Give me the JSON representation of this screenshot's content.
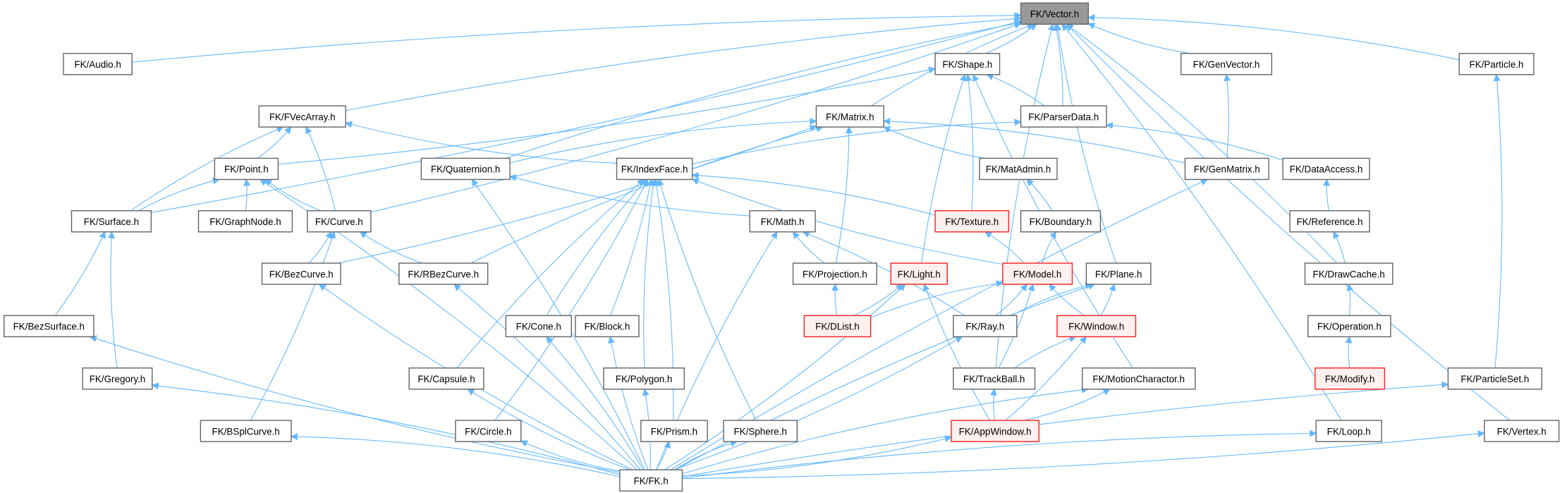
{
  "graph": {
    "root": "FK/Vector.h",
    "edge_color": "#63b8ff",
    "highlight_color": "#ff2222",
    "nodes": [
      {
        "id": "Vector",
        "label": "FK/Vector.h",
        "style": "root"
      },
      {
        "id": "Audio",
        "label": "FK/Audio.h"
      },
      {
        "id": "Shape",
        "label": "FK/Shape.h"
      },
      {
        "id": "GenVector",
        "label": "FK/GenVector.h"
      },
      {
        "id": "Particle",
        "label": "FK/Particle.h"
      },
      {
        "id": "FVecArray",
        "label": "FK/FVecArray.h"
      },
      {
        "id": "Matrix",
        "label": "FK/Matrix.h"
      },
      {
        "id": "ParserData",
        "label": "FK/ParserData.h"
      },
      {
        "id": "Point",
        "label": "FK/Point.h"
      },
      {
        "id": "Quaternion",
        "label": "FK/Quaternion.h"
      },
      {
        "id": "IndexFace",
        "label": "FK/IndexFace.h"
      },
      {
        "id": "MatAdmin",
        "label": "FK/MatAdmin.h"
      },
      {
        "id": "GenMatrix",
        "label": "FK/GenMatrix.h"
      },
      {
        "id": "DataAccess",
        "label": "FK/DataAccess.h"
      },
      {
        "id": "Surface",
        "label": "FK/Surface.h"
      },
      {
        "id": "GraphNode",
        "label": "FK/GraphNode.h"
      },
      {
        "id": "Curve",
        "label": "FK/Curve.h"
      },
      {
        "id": "Math",
        "label": "FK/Math.h"
      },
      {
        "id": "Texture",
        "label": "FK/Texture.h",
        "style": "red"
      },
      {
        "id": "Boundary",
        "label": "FK/Boundary.h"
      },
      {
        "id": "Reference",
        "label": "FK/Reference.h"
      },
      {
        "id": "BezCurve",
        "label": "FK/BezCurve.h"
      },
      {
        "id": "RBezCurve",
        "label": "FK/RBezCurve.h"
      },
      {
        "id": "Projection",
        "label": "FK/Projection.h"
      },
      {
        "id": "Light",
        "label": "FK/Light.h",
        "style": "red"
      },
      {
        "id": "Model",
        "label": "FK/Model.h",
        "style": "red"
      },
      {
        "id": "Plane",
        "label": "FK/Plane.h"
      },
      {
        "id": "DrawCache",
        "label": "FK/DrawCache.h"
      },
      {
        "id": "BezSurface",
        "label": "FK/BezSurface.h"
      },
      {
        "id": "Cone",
        "label": "FK/Cone.h"
      },
      {
        "id": "Block",
        "label": "FK/Block.h"
      },
      {
        "id": "DList",
        "label": "FK/DList.h",
        "style": "red"
      },
      {
        "id": "Ray",
        "label": "FK/Ray.h"
      },
      {
        "id": "Window",
        "label": "FK/Window.h",
        "style": "red"
      },
      {
        "id": "Operation",
        "label": "FK/Operation.h"
      },
      {
        "id": "Gregory",
        "label": "FK/Gregory.h"
      },
      {
        "id": "Capsule",
        "label": "FK/Capsule.h"
      },
      {
        "id": "Polygon",
        "label": "FK/Polygon.h"
      },
      {
        "id": "TrackBall",
        "label": "FK/TrackBall.h"
      },
      {
        "id": "MotionCharactor",
        "label": "FK/MotionCharactor.h"
      },
      {
        "id": "Modify",
        "label": "FK/Modify.h",
        "style": "red"
      },
      {
        "id": "ParticleSet",
        "label": "FK/ParticleSet.h"
      },
      {
        "id": "BSplCurve",
        "label": "FK/BSplCurve.h"
      },
      {
        "id": "Circle",
        "label": "FK/Circle.h"
      },
      {
        "id": "Prism",
        "label": "FK/Prism.h"
      },
      {
        "id": "Sphere",
        "label": "FK/Sphere.h"
      },
      {
        "id": "AppWindow",
        "label": "FK/AppWindow.h",
        "style": "red"
      },
      {
        "id": "Loop",
        "label": "FK/Loop.h"
      },
      {
        "id": "Vertex",
        "label": "FK/Vertex.h"
      },
      {
        "id": "FK",
        "label": "FK/FK.h"
      }
    ],
    "edges": [
      [
        "Audio",
        "Vector"
      ],
      [
        "Shape",
        "Vector"
      ],
      [
        "FVecArray",
        "Vector"
      ],
      [
        "Surface",
        "Vector"
      ],
      [
        "Matrix",
        "Vector"
      ],
      [
        "ParserData",
        "Vector"
      ],
      [
        "Quaternion",
        "Vector"
      ],
      [
        "Curve",
        "Vector"
      ],
      [
        "GenVector",
        "Vector"
      ],
      [
        "Particle",
        "Vector"
      ],
      [
        "Plane",
        "Vector"
      ],
      [
        "DrawCache",
        "Vector"
      ],
      [
        "TrackBall",
        "Vector"
      ],
      [
        "Loop",
        "Vector"
      ],
      [
        "Vertex",
        "Vector"
      ],
      [
        "Point",
        "Shape"
      ],
      [
        "Light",
        "Shape"
      ],
      [
        "Texture",
        "Shape"
      ],
      [
        "MotionCharactor",
        "Shape"
      ],
      [
        "ParserData",
        "Shape"
      ],
      [
        "IndexFace",
        "FVecArray"
      ],
      [
        "Point",
        "FVecArray"
      ],
      [
        "Surface",
        "FVecArray"
      ],
      [
        "Curve",
        "FVecArray"
      ],
      [
        "Quaternion",
        "Matrix"
      ],
      [
        "BezCurve",
        "Matrix"
      ],
      [
        "RBezCurve",
        "Matrix"
      ],
      [
        "Projection",
        "Matrix"
      ],
      [
        "MatAdmin",
        "Matrix"
      ],
      [
        "GenMatrix",
        "Matrix"
      ],
      [
        "IndexFace",
        "ParserData"
      ],
      [
        "DataAccess",
        "ParserData"
      ],
      [
        "Surface",
        "Point"
      ],
      [
        "GraphNode",
        "Point"
      ],
      [
        "Curve",
        "Point"
      ],
      [
        "FK",
        "Point"
      ],
      [
        "Math",
        "Quaternion"
      ],
      [
        "FK",
        "Quaternion"
      ],
      [
        "Capsule",
        "IndexFace"
      ],
      [
        "Circle",
        "IndexFace"
      ],
      [
        "Cone",
        "IndexFace"
      ],
      [
        "Block",
        "IndexFace"
      ],
      [
        "Polygon",
        "IndexFace"
      ],
      [
        "Prism",
        "IndexFace"
      ],
      [
        "Sphere",
        "IndexFace"
      ],
      [
        "Texture",
        "IndexFace"
      ],
      [
        "Model",
        "IndexFace"
      ],
      [
        "Boundary",
        "MatAdmin"
      ],
      [
        "FK",
        "GenMatrix"
      ],
      [
        "GenMatrix",
        "GenVector"
      ],
      [
        "Reference",
        "DataAccess"
      ],
      [
        "BezSurface",
        "Surface"
      ],
      [
        "Gregory",
        "Surface"
      ],
      [
        "BezCurve",
        "Curve"
      ],
      [
        "RBezCurve",
        "Curve"
      ],
      [
        "BSplCurve",
        "Curve"
      ],
      [
        "Projection",
        "Math"
      ],
      [
        "Ray",
        "Math"
      ],
      [
        "FK",
        "Math"
      ],
      [
        "Model",
        "Texture"
      ],
      [
        "Model",
        "Boundary"
      ],
      [
        "DrawCache",
        "Reference"
      ],
      [
        "FK",
        "BezCurve"
      ],
      [
        "FK",
        "RBezCurve"
      ],
      [
        "DList",
        "Projection"
      ],
      [
        "DList",
        "Light"
      ],
      [
        "AppWindow",
        "Light"
      ],
      [
        "FK",
        "Light"
      ],
      [
        "DList",
        "Model"
      ],
      [
        "Ray",
        "Model"
      ],
      [
        "Window",
        "Model"
      ],
      [
        "TrackBall",
        "Model"
      ],
      [
        "Ray",
        "Plane"
      ],
      [
        "Window",
        "Plane"
      ],
      [
        "FK",
        "Plane"
      ],
      [
        "Operation",
        "DrawCache"
      ],
      [
        "FK",
        "BezSurface"
      ],
      [
        "FK",
        "Cone"
      ],
      [
        "FK",
        "Block"
      ],
      [
        "FK",
        "Ray"
      ],
      [
        "TrackBall",
        "Window"
      ],
      [
        "AppWindow",
        "Window"
      ],
      [
        "Modify",
        "Operation"
      ],
      [
        "FK",
        "Gregory"
      ],
      [
        "FK",
        "Capsule"
      ],
      [
        "FK",
        "Polygon"
      ],
      [
        "AppWindow",
        "TrackBall"
      ],
      [
        "AppWindow",
        "MotionCharactor"
      ],
      [
        "FK",
        "MotionCharactor"
      ],
      [
        "ParticleSet",
        "Particle"
      ],
      [
        "FK",
        "ParticleSet"
      ],
      [
        "FK",
        "BSplCurve"
      ],
      [
        "FK",
        "Circle"
      ],
      [
        "FK",
        "Prism"
      ],
      [
        "FK",
        "Sphere"
      ],
      [
        "FK",
        "AppWindow"
      ],
      [
        "FK",
        "Loop"
      ],
      [
        "FK",
        "Vertex"
      ]
    ]
  }
}
